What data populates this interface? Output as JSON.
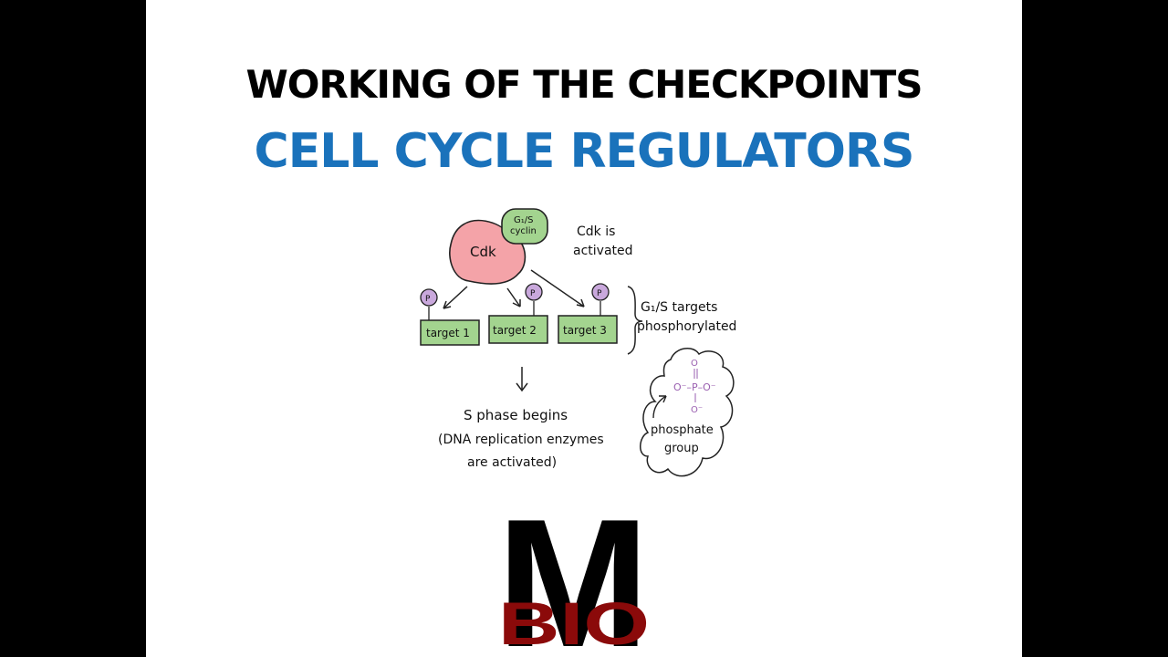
{
  "slide": {
    "title": "WORKING OF THE CHECKPOINTS",
    "subtitle": "CELL CYCLE REGULATORS",
    "subtitle_color": "#1a72bb"
  },
  "diagram": {
    "cdk_label": "Cdk",
    "cyclin_label_line1": "G₁/S",
    "cyclin_label_line2": "cyclin",
    "cdk_note_line1": "Cdk is",
    "cdk_note_line2": "activated",
    "phospho_marker": "P",
    "targets": [
      "target 1",
      "target 2",
      "target 3"
    ],
    "targets_note_line1": "G₁/S targets",
    "targets_note_line2": "phosphorylated",
    "outcome_line1": "S phase begins",
    "outcome_line2": "(DNA replication enzymes",
    "outcome_line3": "are activated)",
    "phosphate_formula_top": "O",
    "phosphate_formula_mid": "O⁻–P–O⁻",
    "phosphate_formula_bottom": "O⁻",
    "phosphate_label_line1": "phosphate",
    "phosphate_label_line2": "group",
    "colors": {
      "cdk_fill": "#f4a3a8",
      "cyclin_fill": "#a3d48f",
      "target_fill": "#a3d48f",
      "phospho_fill": "#c9a8dc",
      "formula": "#9a5fb0"
    }
  },
  "logo": {
    "letter": "M",
    "text": "BIO",
    "colors": {
      "m": "#000000",
      "bio": "#8b0a0a"
    }
  }
}
